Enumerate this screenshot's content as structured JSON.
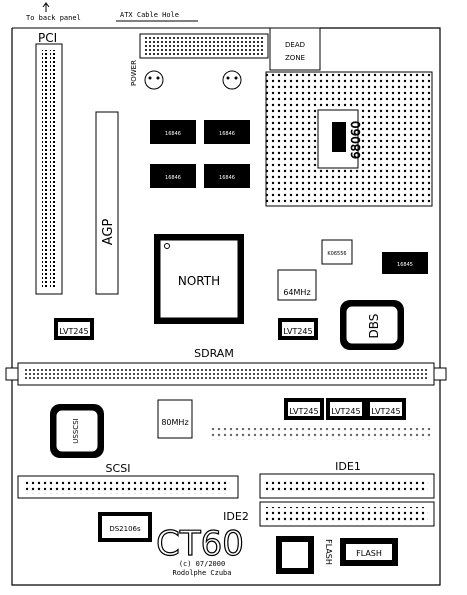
{
  "labels": {
    "back_panel": "To back panel",
    "atx_hole": "ATX Cable Hole",
    "dead_zone_1": "DEAD",
    "dead_zone_2": "ZONE",
    "pci": "PCI",
    "power": "POWER",
    "agp": "AGP",
    "north": "NORTH",
    "crystal_64": "64MHz",
    "lvt_left": "LVT245",
    "lvt_mid": "LVT245",
    "dbs": "DBS",
    "sdram": "SDRAM",
    "usscsi": "USSCSI",
    "crystal_80": "80MHz",
    "lvt_b1": "LVT245",
    "lvt_b2": "LVT245",
    "lvt_b3": "LVT245",
    "scsi": "SCSI",
    "ide1": "IDE1",
    "ide2": "IDE2",
    "ds": "DS2106s",
    "ct60": "CT60",
    "copyright": "(c) 07/2000",
    "author": "Rodolphe Czuba",
    "flash_vert": "FLASH",
    "flash": "FLASH",
    "chip_1": "16846",
    "chip_2": "16846",
    "chip_3": "16846",
    "chip_4": "16846",
    "chip_right": "16845",
    "ko_chip": "K06556"
  },
  "colors": {
    "ink": "#000000",
    "paper": "#ffffff"
  }
}
